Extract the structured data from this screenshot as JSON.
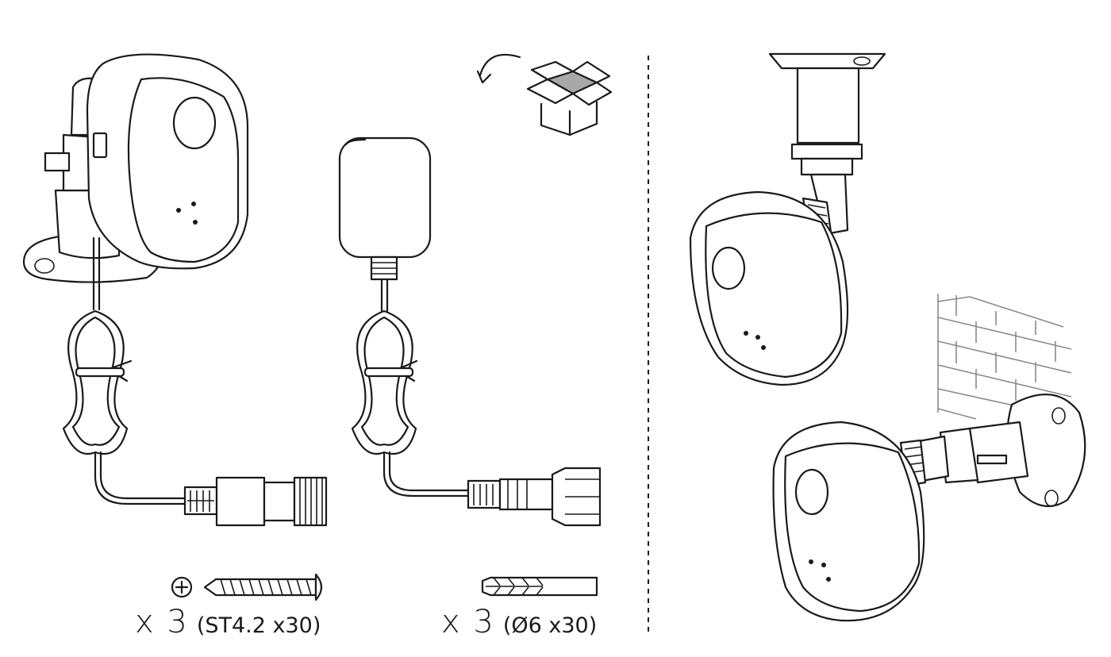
{
  "screw_qty": {
    "multiplier": "x 3",
    "spec": "(ST4.2 x30)"
  },
  "plug_qty": {
    "multiplier": "x 3",
    "spec": "(Ø6 x30)"
  },
  "colors": {
    "line": "#1a1a1a",
    "brick": "#8a8a8a",
    "box_fill": "#a8a8a8",
    "background": "#ffffff"
  }
}
